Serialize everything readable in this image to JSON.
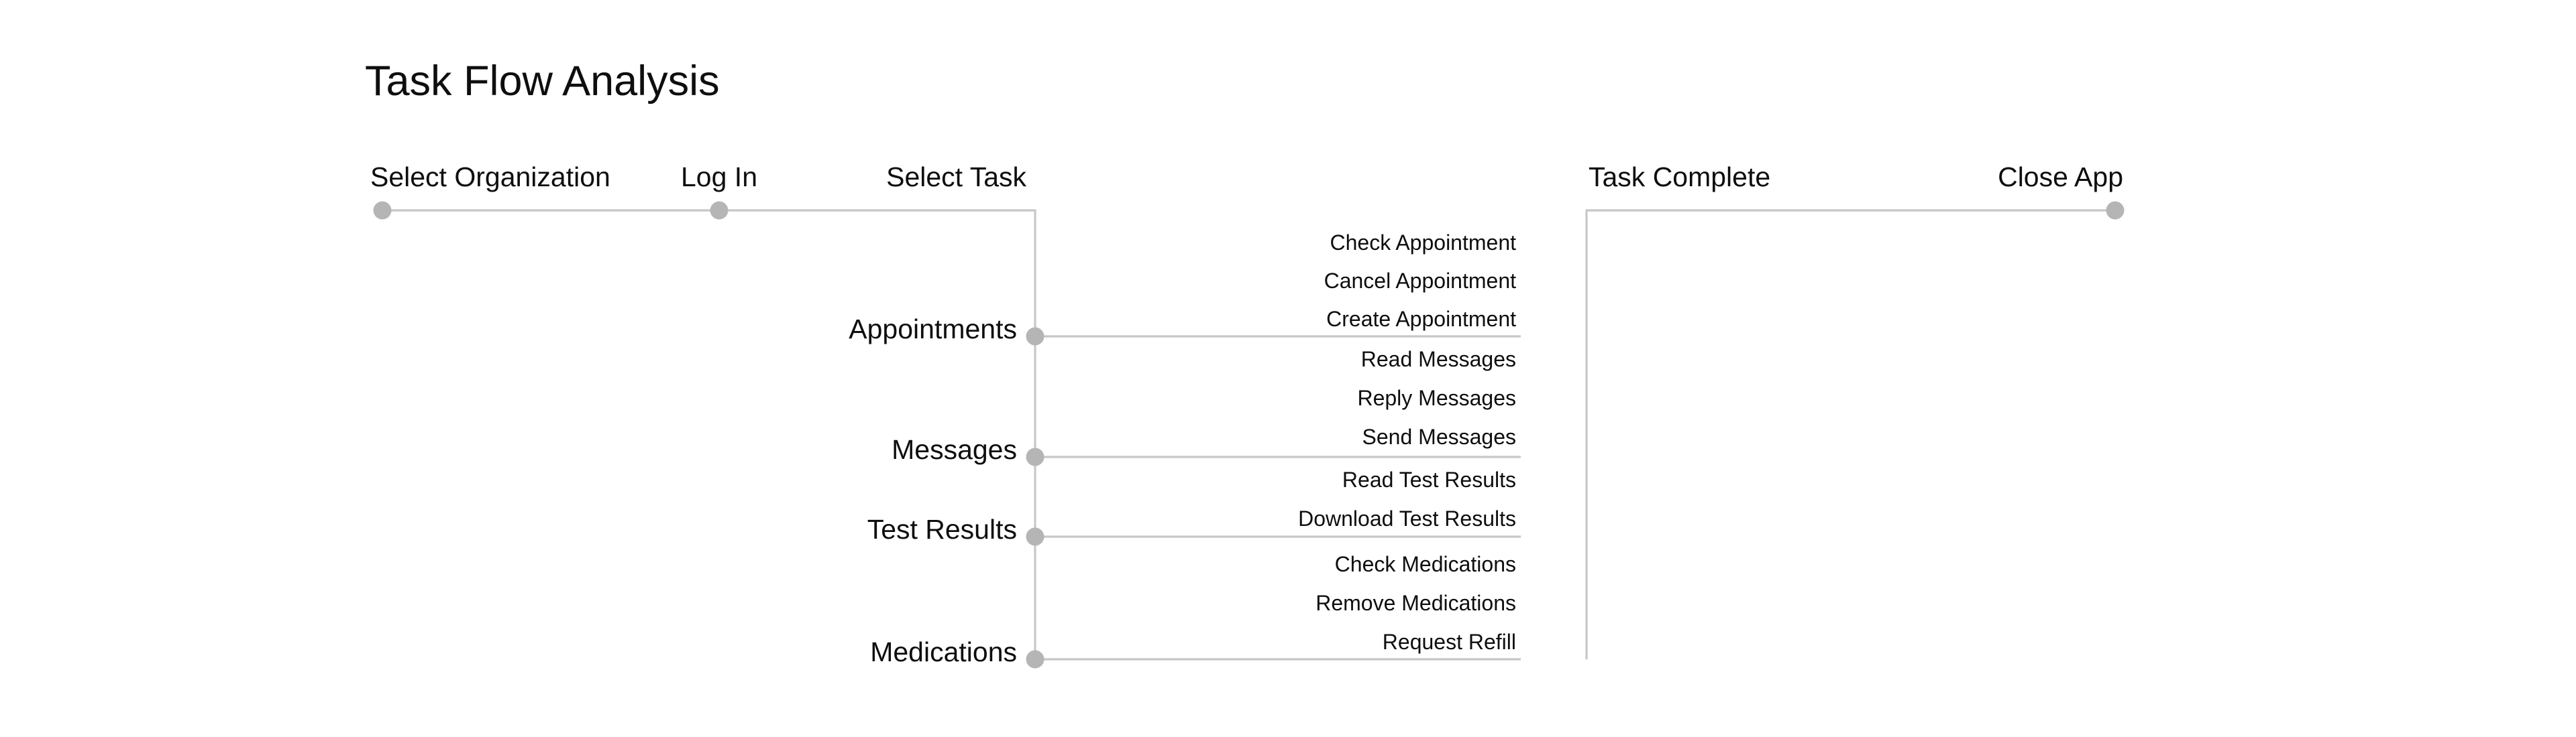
{
  "title": "Task Flow Analysis",
  "diagram": {
    "steps": [
      {
        "label": "Select Organization"
      },
      {
        "label": "Log In"
      },
      {
        "label": "Select Task"
      },
      {
        "label": "Task Complete"
      },
      {
        "label": "Close App"
      }
    ],
    "branches": [
      {
        "label": "Appointments",
        "tasks": [
          "Check Appointment",
          "Cancel Appointment",
          "Create Appointment"
        ]
      },
      {
        "label": "Messages",
        "tasks": [
          "Read Messages",
          "Reply Messages",
          "Send Messages"
        ]
      },
      {
        "label": "Test Results",
        "tasks": [
          "Read Test Results",
          "Download Test Results"
        ]
      },
      {
        "label": "Medications",
        "tasks": [
          "Check Medications",
          "Remove Medications",
          "Request Refill"
        ]
      }
    ],
    "colors": {
      "connector": "#c7c7c7",
      "node": "#b5b5b5",
      "text": "#0e0e0e",
      "background": "#ffffff"
    }
  }
}
